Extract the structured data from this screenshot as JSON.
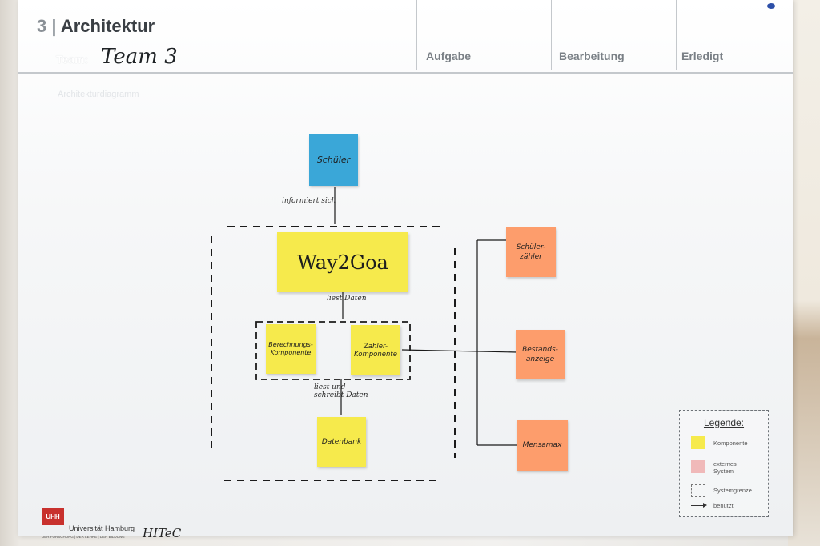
{
  "header": {
    "number": "3",
    "title": "Architektur",
    "team_label": "Team:",
    "team_name": "Team 3",
    "columns": [
      "Aufgabe",
      "Bearbeitung",
      "Erledigt"
    ]
  },
  "notes": {
    "schueler": "Schüler",
    "way2goa": "Way2Goa",
    "berechnung": "Berechnungs-Komponente",
    "zaehler": "Zähler-Komponente",
    "datenbank": "Datenbank",
    "schuelerzaehler": "Schüler-zähler",
    "bestandsanzeige": "Bestands-anzeige",
    "mensamax": "Mensamax"
  },
  "labels": {
    "informiert": "informiert sich",
    "liest": "liest Daten",
    "liest_schreibt": "liest und schreibt Daten"
  },
  "legend": {
    "title": "Legende:",
    "komponente": "Komponente",
    "extern": "externes System",
    "system": "Systemgrenze",
    "benutzt": "benutzt"
  },
  "footer": {
    "logo": "UHH",
    "university": "Universität Hamburg",
    "sub": "DER FORSCHUNG | DER LEHRE | DER BILDUNG",
    "hitec": "HITeC"
  },
  "colors": {
    "yellow": "#f6ea4c",
    "orange": "#fd9d6c",
    "blue": "#3aa7d8"
  }
}
